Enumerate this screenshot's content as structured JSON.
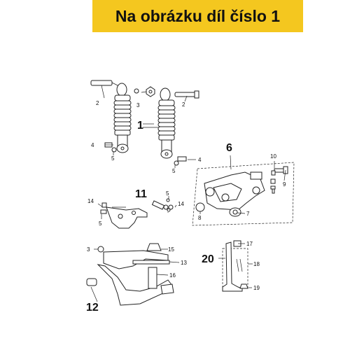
{
  "banner": {
    "text": "Na obrázku díl číslo 1",
    "color": "#f4c71f"
  },
  "callouts": {
    "c1": "1",
    "c2a": "2",
    "c2b": "2",
    "c3": "3",
    "c4a": "4",
    "c4b": "4",
    "c5a": "5",
    "c5b": "5",
    "c6": "6",
    "c7": "7",
    "c8": "8",
    "c9": "9",
    "c10": "10",
    "c11": "11",
    "c14a": "14",
    "c5c": "5",
    "c5d": "5",
    "c14b": "14",
    "c3b": "3",
    "c15": "15",
    "c13": "13",
    "c16": "16",
    "c12": "12",
    "c17": "17",
    "c20": "20",
    "c18": "18",
    "c19": "19"
  }
}
